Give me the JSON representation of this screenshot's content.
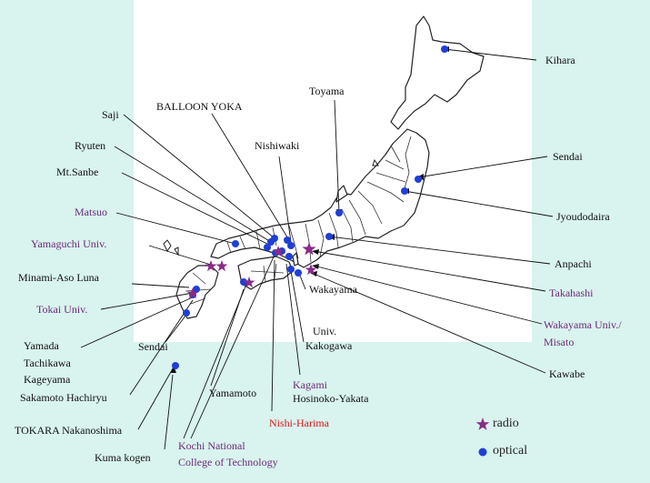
{
  "colors": {
    "background": "#d9f3ee",
    "map_panel": "#ffffff",
    "land_outline": "#222222",
    "optical_dot": "#1f3fd6",
    "radio_star": "#8a2a8a",
    "label_default": "#111111",
    "label_purple": "#6b2a7a",
    "label_red": "#e01818"
  },
  "legend": {
    "radio_label": "radio",
    "optical_label": "optical",
    "radio_icon": "star-icon",
    "optical_icon": "dot-icon"
  },
  "labels": [
    {
      "id": "kihara",
      "text": "Kihara",
      "color": "default"
    },
    {
      "id": "toyama",
      "text": "Toyama",
      "color": "default"
    },
    {
      "id": "sendai-east",
      "text": "Sendai",
      "color": "default"
    },
    {
      "id": "jyoudodaira",
      "text": "Jyoudodaira",
      "color": "default"
    },
    {
      "id": "anpachi",
      "text": "Anpachi",
      "color": "default"
    },
    {
      "id": "takahashi",
      "text": "Takahashi",
      "color": "purple"
    },
    {
      "id": "wakayama-misato-1",
      "text": "Wakayama Univ./",
      "color": "purple"
    },
    {
      "id": "wakayama-misato-2",
      "text": "Misato",
      "color": "purple"
    },
    {
      "id": "kawabe",
      "text": "Kawabe",
      "color": "default"
    },
    {
      "id": "balloon-yoka",
      "text": "BALLOON YOKA",
      "color": "default"
    },
    {
      "id": "saji",
      "text": "Saji",
      "color": "default"
    },
    {
      "id": "nishiwaki",
      "text": "Nishiwaki",
      "color": "default"
    },
    {
      "id": "ryuten",
      "text": "Ryuten",
      "color": "default"
    },
    {
      "id": "mt-sanbe",
      "text": "Mt.Sanbe",
      "color": "default"
    },
    {
      "id": "matsuo",
      "text": "Matsuo",
      "color": "purple"
    },
    {
      "id": "yamaguchi",
      "text": "Yamaguchi Univ.",
      "color": "purple"
    },
    {
      "id": "minami-aso",
      "text": "Minami-Aso Luna",
      "color": "default"
    },
    {
      "id": "tokai",
      "text": "Tokai Univ.",
      "color": "purple"
    },
    {
      "id": "wakayama-univ-1",
      "text": "Wakayama",
      "color": "default"
    },
    {
      "id": "wakayama-univ-2",
      "text": "Univ.",
      "color": "default"
    },
    {
      "id": "sendai-south",
      "text": "Sendai",
      "color": "default"
    },
    {
      "id": "yamada",
      "text": "Yamada",
      "color": "default"
    },
    {
      "id": "tachikawa",
      "text": "Tachikawa",
      "color": "default"
    },
    {
      "id": "kageyama",
      "text": "Kageyama",
      "color": "default"
    },
    {
      "id": "kakogawa",
      "text": "Kakogawa",
      "color": "default"
    },
    {
      "id": "kagami",
      "text": "Kagami",
      "color": "purple"
    },
    {
      "id": "yamamoto",
      "text": "Yamamoto",
      "color": "default"
    },
    {
      "id": "hosinoko",
      "text": "Hosinoko-Yakata",
      "color": "default"
    },
    {
      "id": "sakamoto",
      "text": "Sakamoto Hachiryu",
      "color": "default"
    },
    {
      "id": "nishi-harima",
      "text": "Nishi-Harima",
      "color": "red"
    },
    {
      "id": "tokara",
      "text": "TOKARA Nakanoshima",
      "color": "default"
    },
    {
      "id": "kuma-kogen",
      "text": "Kuma kogen",
      "color": "default"
    },
    {
      "id": "kochi-1",
      "text": "Kochi National",
      "color": "purple"
    },
    {
      "id": "kochi-2",
      "text": "College of Technology",
      "color": "purple"
    }
  ]
}
